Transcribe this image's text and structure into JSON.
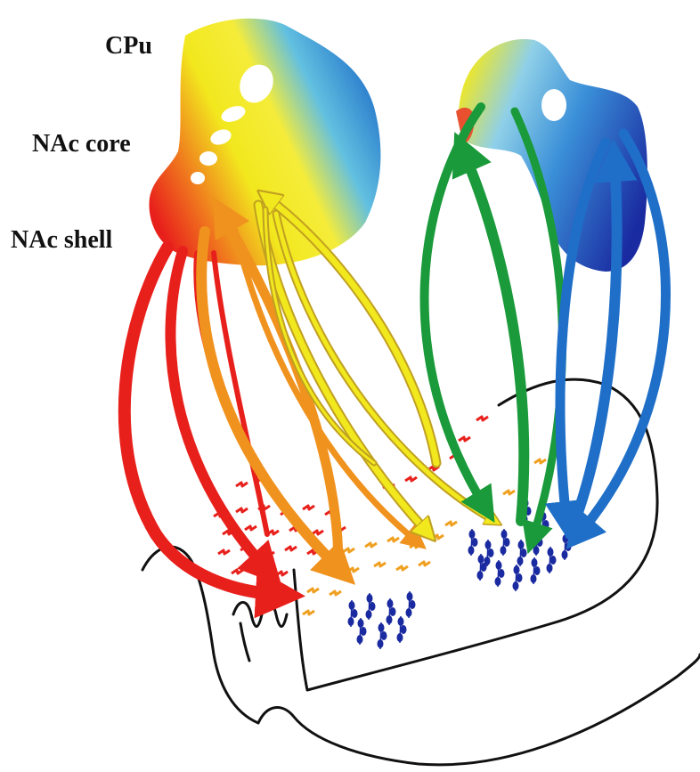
{
  "labels": {
    "cpu": "CPu",
    "nac_core": "NAc core",
    "nac_shell": "NAc shell"
  },
  "colors": {
    "red": "#e8201c",
    "orange": "#f0921e",
    "yellow": "#f2e81e",
    "green": "#1a9a3a",
    "blue": "#1f6fc8",
    "dark_blue": "#1a2aa0",
    "outline": "#111111"
  }
}
